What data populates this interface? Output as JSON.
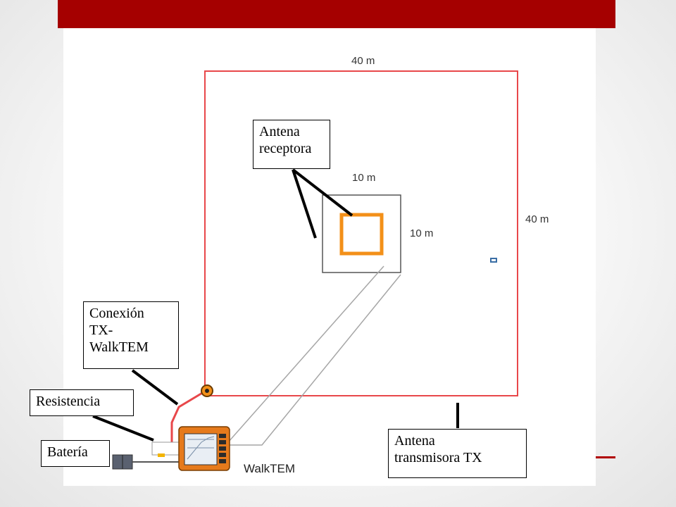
{
  "colors": {
    "header_bar": "#a50000",
    "tx_loop": "#e8474a",
    "rx_loop": "#f39019",
    "cable": "#a6a6a6"
  },
  "dimensions": {
    "tx_top": "40 m",
    "tx_right": "40 m",
    "rx_top": "10 m",
    "rx_right": "10 m"
  },
  "device_label": "WalkTEM",
  "callouts": {
    "antena_receptora": [
      "Antena",
      "receptora"
    ],
    "conexion": [
      "Conexión",
      "TX-",
      "WalkTEM"
    ],
    "resistencia": [
      "Resistencia"
    ],
    "bateria": [
      "Batería"
    ],
    "antena_transmisora": [
      "Antena",
      "transmisora TX"
    ]
  }
}
